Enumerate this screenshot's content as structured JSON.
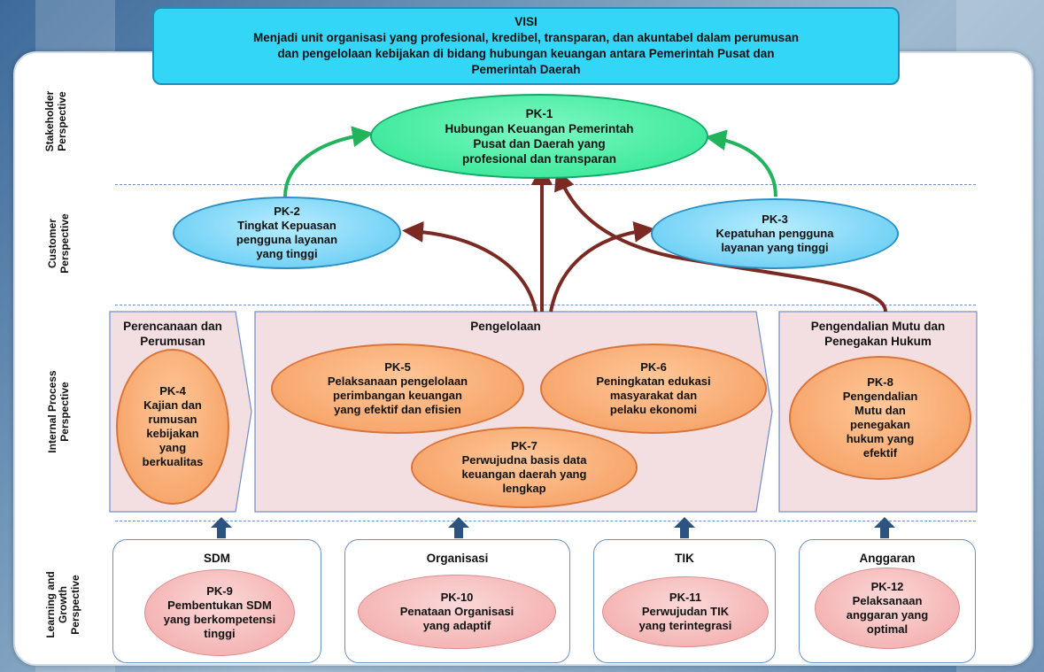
{
  "visi": {
    "title": "VISI",
    "lines": [
      "Menjadi unit organisasi yang profesional, kredibel, transparan, dan akuntabel dalam perumusan",
      "dan pengelolaan kebijakan di bidang hubungan keuangan antara Pemerintah Pusat dan",
      "Pemerintah Daerah"
    ]
  },
  "perspectives": {
    "stakeholder": [
      "Stakeholder",
      "Perspective"
    ],
    "customer": [
      "Customer",
      "Perspective"
    ],
    "internal": [
      "Internal Process",
      "Perspective"
    ],
    "learning": [
      "Learning and",
      "Growth",
      "Perspective"
    ]
  },
  "objectives": {
    "pk1": {
      "code": "PK-1",
      "lines": [
        "Hubungan Keuangan Pemerintah",
        "Pusat dan Daerah yang",
        "profesional dan transparan"
      ]
    },
    "pk2": {
      "code": "PK-2",
      "lines": [
        "Tingkat Kepuasan",
        "pengguna layanan",
        "yang tinggi"
      ]
    },
    "pk3": {
      "code": "PK-3",
      "lines": [
        "Kepatuhan pengguna",
        "layanan yang tinggi"
      ]
    },
    "pk4": {
      "code": "PK-4",
      "lines": [
        "Kajian dan",
        "rumusan",
        "kebijakan",
        "yang",
        "berkualitas"
      ]
    },
    "pk5": {
      "code": "PK-5",
      "lines": [
        "Pelaksanaan pengelolaan",
        "perimbangan keuangan",
        "yang efektif dan efisien"
      ]
    },
    "pk6": {
      "code": "PK-6",
      "lines": [
        "Peningkatan edukasi",
        "masyarakat dan",
        "pelaku ekonomi"
      ]
    },
    "pk7": {
      "code": "PK-7",
      "lines": [
        "Perwujudna basis data",
        "keuangan daerah yang",
        "lengkap"
      ]
    },
    "pk8": {
      "code": "PK-8",
      "lines": [
        "Pengendalian",
        "Mutu dan",
        "penegakan",
        "hukum yang",
        "efektif"
      ]
    },
    "pk9": {
      "code": "PK-9",
      "lines": [
        "Pembentukan SDM",
        "yang berkompetensi",
        "tinggi"
      ]
    },
    "pk10": {
      "code": "PK-10",
      "lines": [
        "Penataan Organisasi",
        "yang adaptif"
      ]
    },
    "pk11": {
      "code": "PK-11",
      "lines": [
        "Perwujudan TIK",
        "yang terintegrasi"
      ]
    },
    "pk12": {
      "code": "PK-12",
      "lines": [
        "Pelaksanaan",
        "anggaran yang",
        "optimal"
      ]
    }
  },
  "process_groups": {
    "perencanaan": [
      "Perencanaan dan",
      "Perumusan"
    ],
    "pengelolaan": "Pengelolaan",
    "pengendalian": [
      "Pengendalian Mutu dan",
      "Penegakan Hukum"
    ]
  },
  "learning_groups": {
    "sdm": "SDM",
    "organisasi": "Organisasi",
    "tik": "TIK",
    "anggaran": "Anggaran"
  },
  "colors": {
    "visi": "#33d6f6",
    "stakeholder_goal": "#29e58f",
    "customer_goal": "#59c8f1",
    "process_goal": "#f49a5a",
    "learning_goal": "#f2a6a6",
    "process_box": "#f3dfe2",
    "green_arrow": "#22b45c",
    "brown_arrow": "#7a2a22",
    "up_arrow": "#2d5480"
  }
}
